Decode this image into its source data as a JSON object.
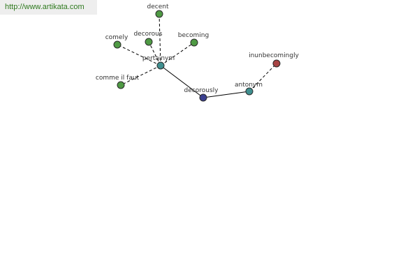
{
  "source": {
    "url_text": "http://www.artikata.com"
  },
  "graph": {
    "nodes": [
      {
        "id": "decent",
        "label": "decent",
        "role": "synonym",
        "color": "#4f9a44"
      },
      {
        "id": "decorous",
        "label": "decorous",
        "role": "synonym",
        "color": "#4f9a44"
      },
      {
        "id": "comely",
        "label": "comely",
        "role": "synonym",
        "color": "#4f9a44"
      },
      {
        "id": "becoming",
        "label": "becoming",
        "role": "synonym",
        "color": "#4f9a44"
      },
      {
        "id": "comme-il-faut",
        "label": "comme il faut",
        "role": "synonym",
        "color": "#4f9a44"
      },
      {
        "id": "pertainym",
        "label": "pertainym",
        "role": "relation",
        "color": "#3f8f8f"
      },
      {
        "id": "decorously",
        "label": "decorously",
        "role": "root",
        "color": "#3a3f8f"
      },
      {
        "id": "antonym",
        "label": "antonym",
        "role": "relation",
        "color": "#3f8f8f"
      },
      {
        "id": "inunbecomingly",
        "label": "inunbecomingly",
        "role": "antonym",
        "color": "#a84444"
      }
    ],
    "edges": [
      {
        "from": "pertainym",
        "to": "decent",
        "style": "dashed"
      },
      {
        "from": "pertainym",
        "to": "decorous",
        "style": "dashed"
      },
      {
        "from": "pertainym",
        "to": "comely",
        "style": "dashed"
      },
      {
        "from": "pertainym",
        "to": "becoming",
        "style": "dashed"
      },
      {
        "from": "pertainym",
        "to": "comme-il-faut",
        "style": "dashed"
      },
      {
        "from": "decorously",
        "to": "pertainym",
        "style": "solid"
      },
      {
        "from": "decorously",
        "to": "antonym",
        "style": "solid"
      },
      {
        "from": "antonym",
        "to": "inunbecomingly",
        "style": "dashed"
      }
    ]
  }
}
